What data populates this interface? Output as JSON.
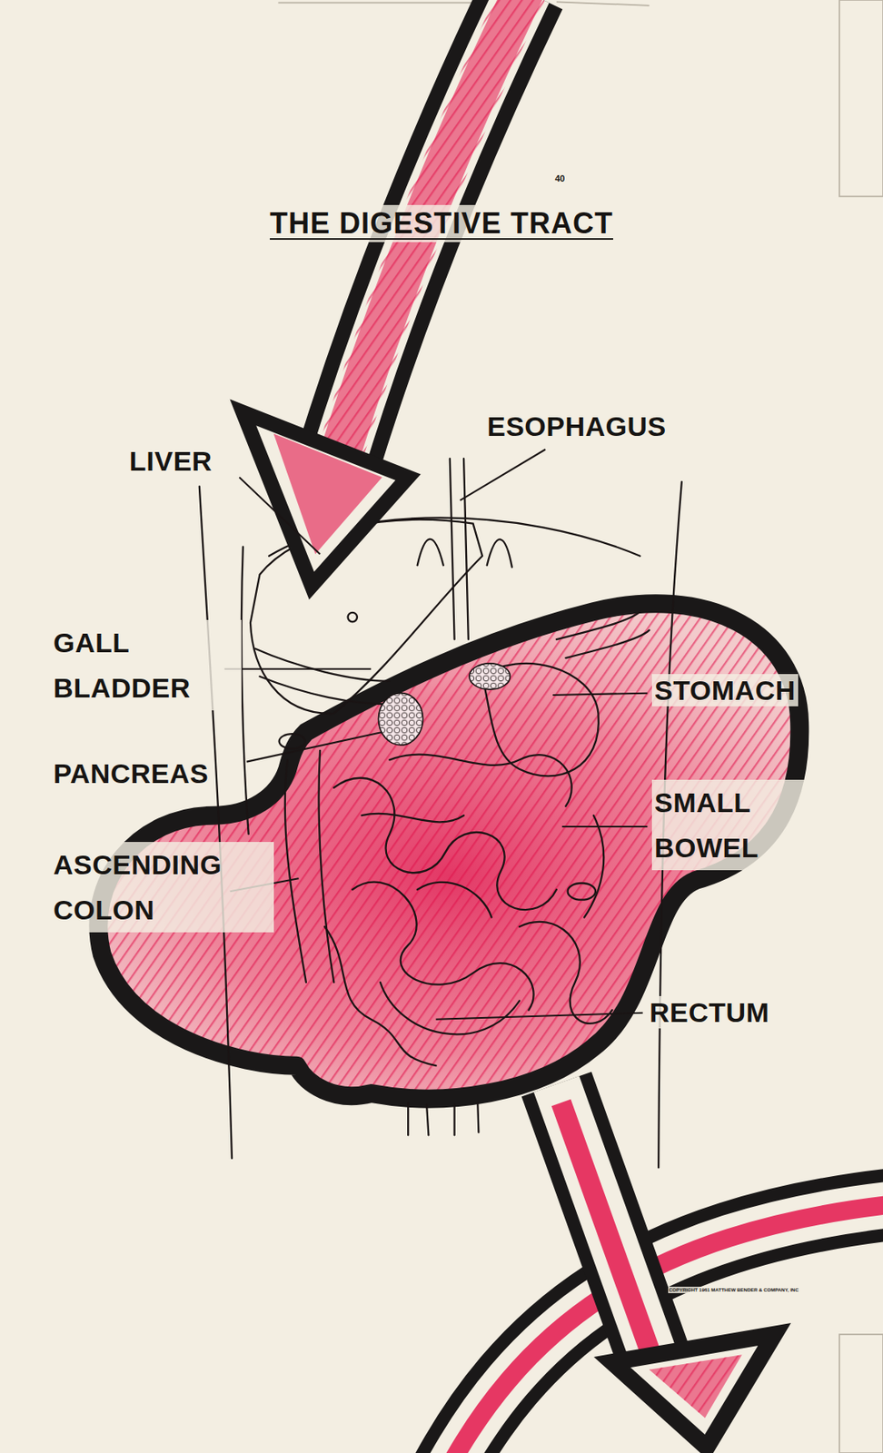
{
  "diagram": {
    "title": "THE DIGESTIVE TRACT",
    "labels": [
      "40",
      "ESOPHAGUS",
      "LIVER",
      "GALL BLADDER",
      "STOMACH",
      "PANCREAS",
      "SMALL BOWEL",
      "ASCENDING COLON",
      "RECTUM",
      "COPYRIGHT 1961 MATTHEW BENDER & COMPANY, INC"
    ]
  }
}
